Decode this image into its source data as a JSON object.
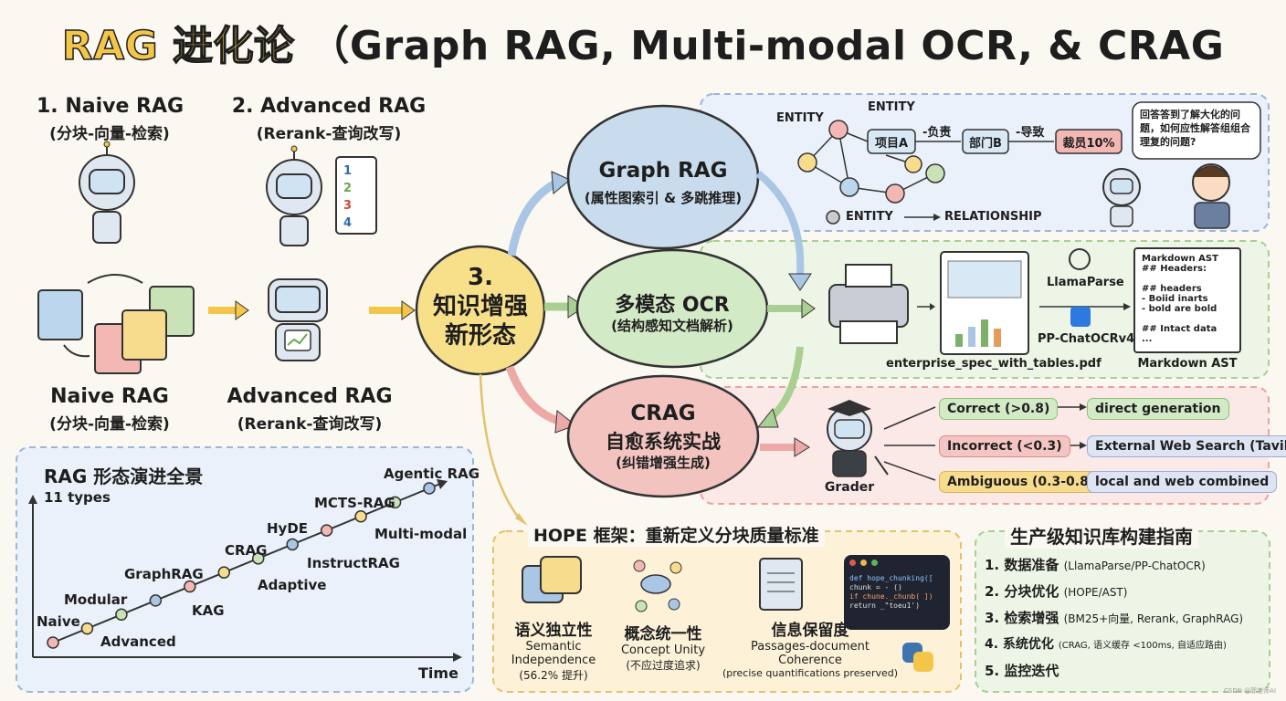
{
  "title": {
    "highlight": "RAG 进化论",
    "rest": "（Graph RAG, Multi-modal OCR, & CRAG"
  },
  "naive_top": {
    "title": "1. Naive RAG",
    "sub": "(分块-向量-检索)"
  },
  "advanced_top": {
    "title": "2. Advanced RAG",
    "sub": "(Rerank-查询改写)"
  },
  "naive_bottom": {
    "title": "Naive RAG",
    "sub": "(分块-向量-检索)"
  },
  "advanced_bottom": {
    "title": "Advanced RAG",
    "sub": "(Rerank-查询改写)"
  },
  "rank_list": [
    "1",
    "2",
    "3",
    "4"
  ],
  "center": {
    "line1": "3.",
    "line2": "知识增强",
    "line3": "新形态"
  },
  "graph_rag": {
    "title": "Graph RAG",
    "sub": "(属性图索引 & 多跳推理)"
  },
  "ocr": {
    "title": "多模态 OCR",
    "sub": "(结构感知文档解析)"
  },
  "crag": {
    "title": "CRAG",
    "line2": "自愈系统实战",
    "sub": "(纠错增强生成)"
  },
  "graph_panel": {
    "entity1": "ENTITY",
    "entity2": "ENTITY",
    "node_project": "项目A",
    "edge1": "-负责",
    "node_dept": "部门B",
    "edge2": "-导致",
    "node_layoff": "裁员10%",
    "legend_entity": "ENTITY",
    "legend_rel": "RELATIONSHIP",
    "bubble": "回答答到了解大化的问题，如何应性解答组组合理复的问题?"
  },
  "ocr_panel": {
    "filename": "enterprise_spec_with_tables.pdf",
    "parser1": "LlamaParse",
    "parser2": "PP-ChatOCRv4",
    "md_lines": [
      "Markdown AST",
      "## Headers:",
      "",
      "## headers",
      "- Boiid inarts",
      "- bold are bold",
      "",
      "## Intact data",
      "..."
    ],
    "md_caption": "Markdown AST"
  },
  "crag_panel": {
    "grader": "Grader",
    "rows": [
      {
        "cond": "Correct (>0.8)",
        "action": "direct generation"
      },
      {
        "cond": "Incorrect (<0.3)",
        "action": "External Web Search (Tavily)"
      },
      {
        "cond": "Ambiguous (0.3-0.8)",
        "action": "local and web combined"
      }
    ]
  },
  "evolution": {
    "title": "RAG 形态演进全景",
    "subtitle": "11 types",
    "xlabel": "Time",
    "labels": [
      "Naive",
      "Advanced",
      "Modular",
      "KAG",
      "GraphRAG",
      "Adaptive",
      "CRAG",
      "InstructRAG",
      "HyDE",
      "Multi-modal",
      "MCTS-RAG",
      "Agentic RAG"
    ]
  },
  "hope": {
    "title": "HOPE 框架：重新定义分块质量标准",
    "items": [
      {
        "zh": "语义独立性",
        "en1": "Semantic",
        "en2": "Independence",
        "note": "(56.2% 提升)"
      },
      {
        "zh": "概念统一性",
        "en1": "Concept Unity",
        "en2": "",
        "note": "(不应过度追求)"
      },
      {
        "zh": "信息保留度",
        "en1": "Passages-document",
        "en2": "Coherence",
        "note": "(precise quantifications preserved)"
      }
    ],
    "code": [
      "def hope_chunking([",
      "  chunk = - ()",
      "  if chune._chunb( ])",
      "  return _\"toeu1')"
    ]
  },
  "guide": {
    "title": "生产级知识库构建指南",
    "items": [
      {
        "main": "1. 数据准备",
        "detail": "(LlamaParse/PP-ChatOCR)"
      },
      {
        "main": "2. 分块优化",
        "detail": "(HOPE/AST)"
      },
      {
        "main": "3. 检索增强",
        "detail": "(BM25+向量, Rerank, GraphRAG)"
      },
      {
        "main": "4. 系统优化",
        "detail": "(CRAG, 语义缓存 <100ms, 自适应路由)"
      },
      {
        "main": "5. 监控迭代",
        "detail": ""
      }
    ]
  },
  "watermark": "CSDN @郭老师AI",
  "colors": {
    "graph": "#c9dcee",
    "ocr": "#d3eac7",
    "crag": "#f3c3c0",
    "center": "#f8e08a",
    "accent": "#f3c64a"
  }
}
